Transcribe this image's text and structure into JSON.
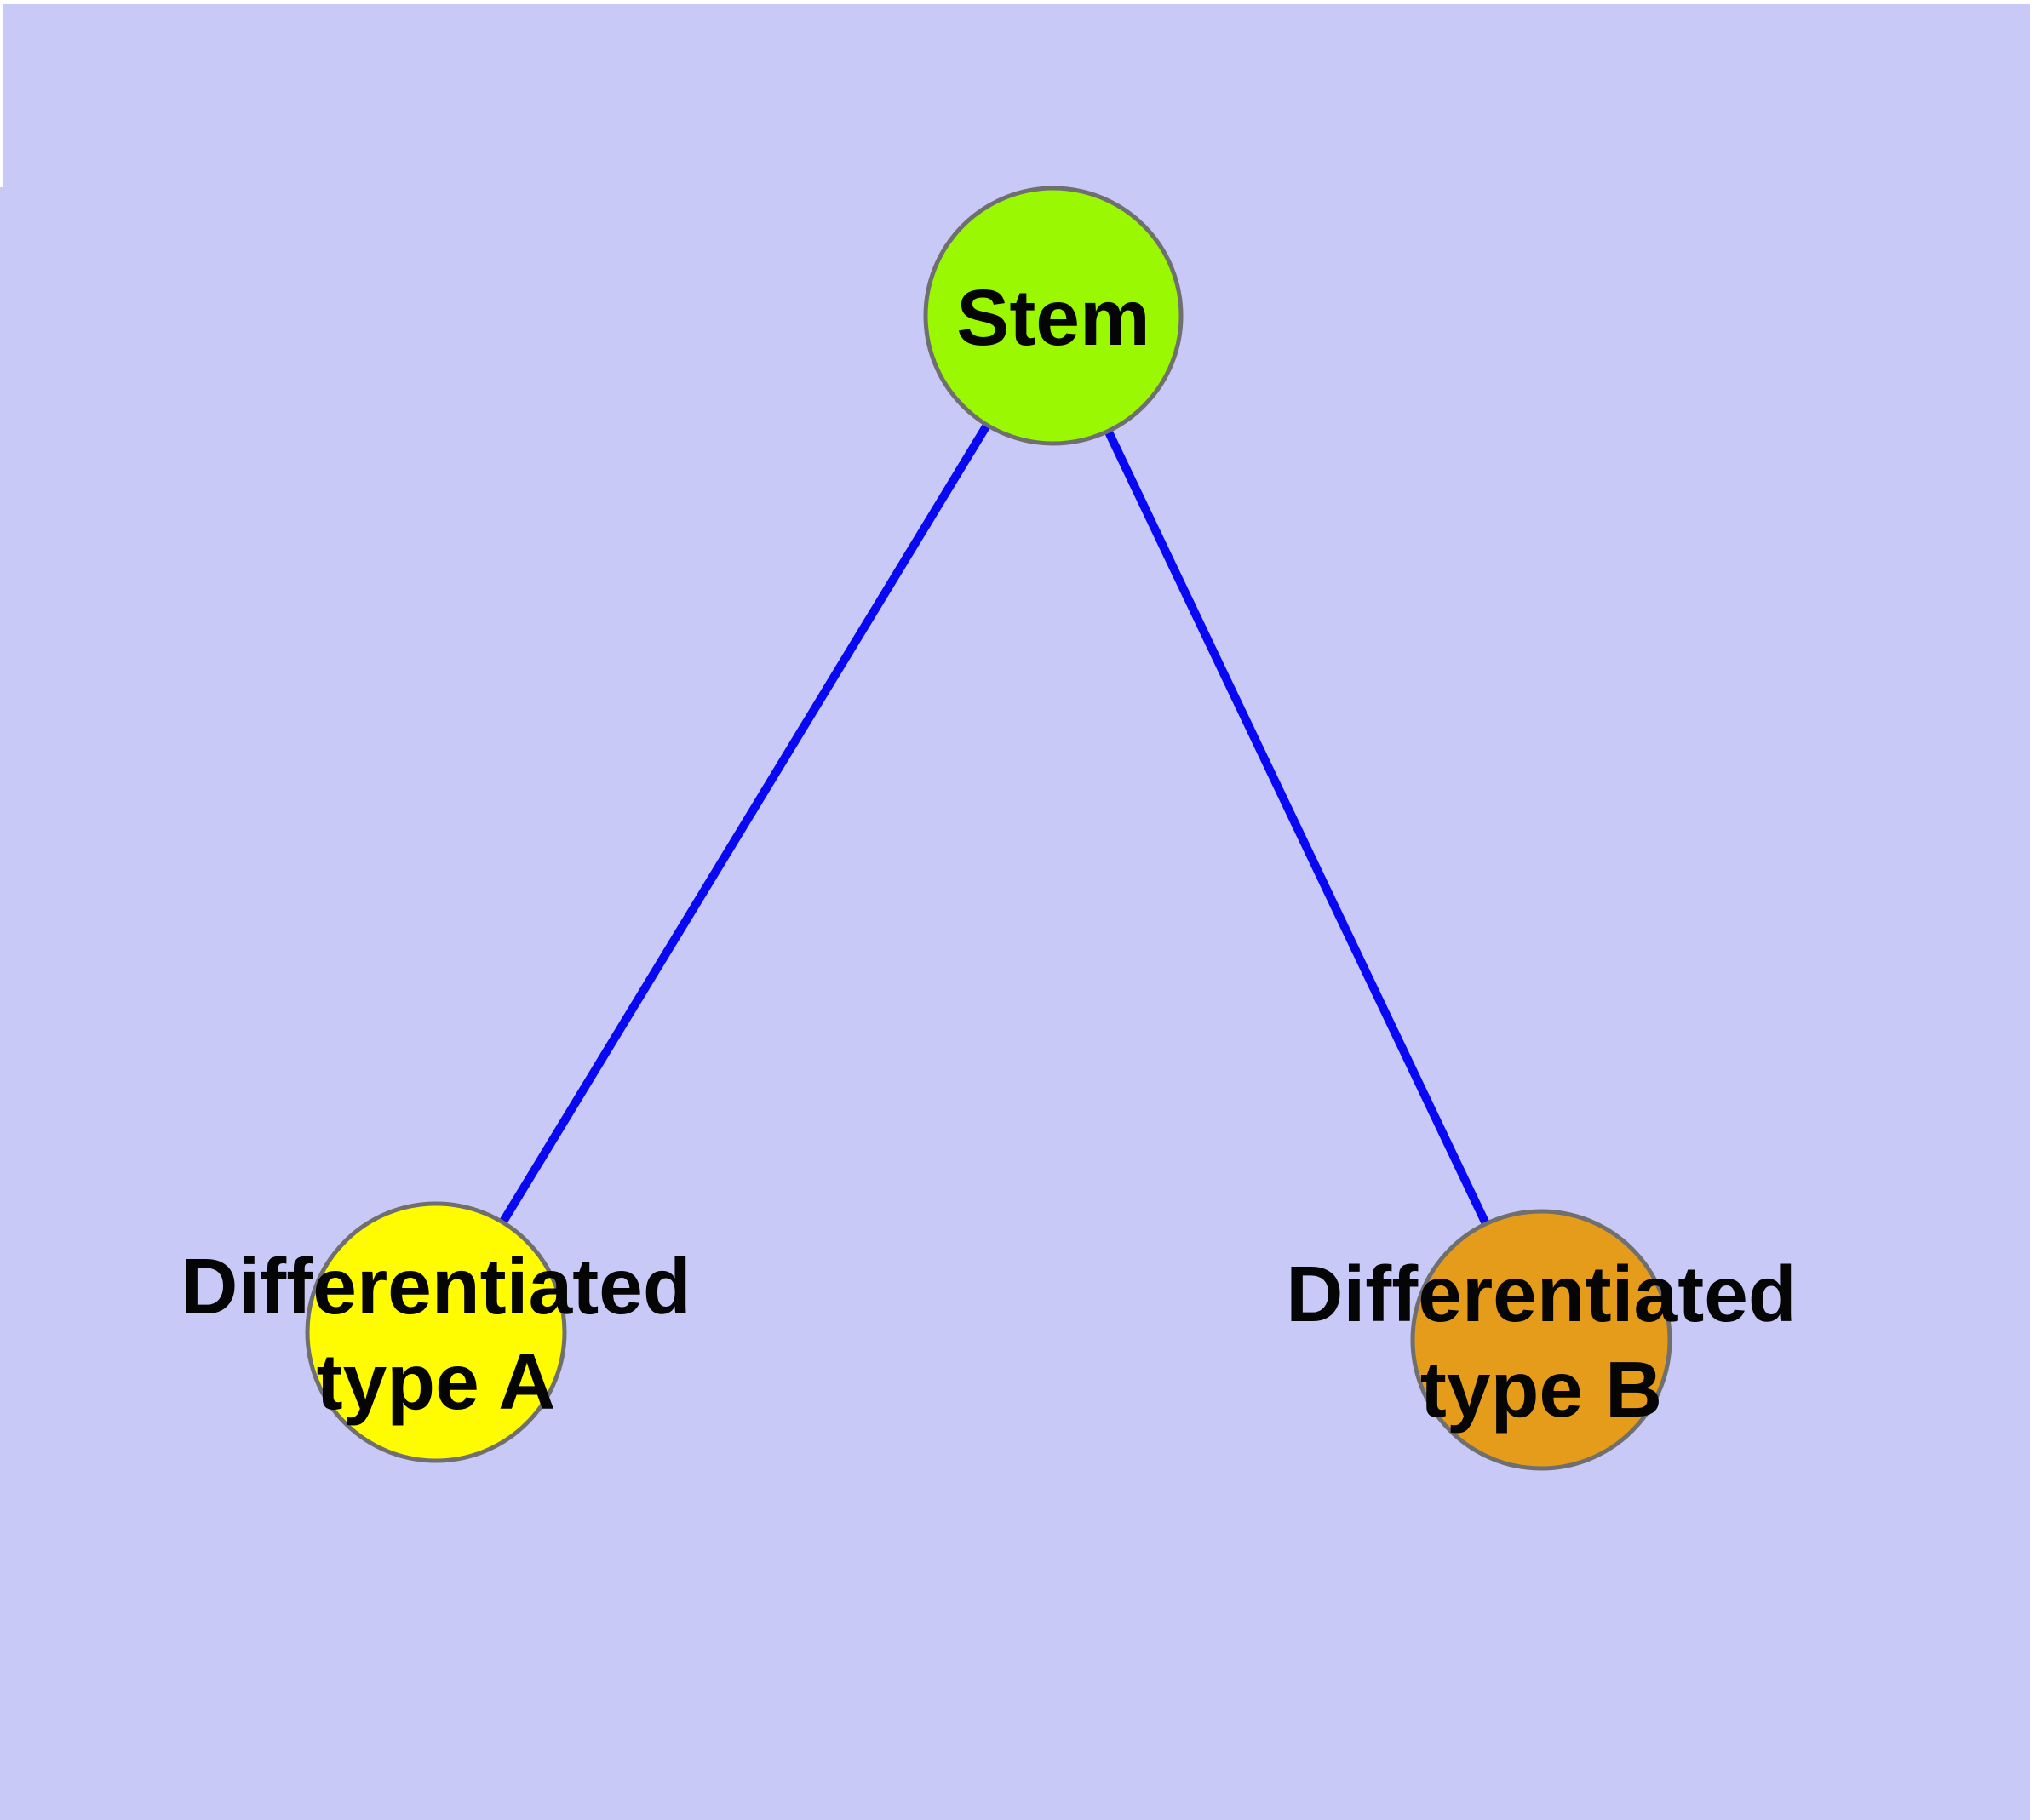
{
  "figure": {
    "type": "node-link-diagram",
    "background_color": "#c9c9f8",
    "margin_color": "#ffffff",
    "edge_color": "#0808f2",
    "node_border_color": "#6f6f6f",
    "label_color": "#050505",
    "nodes": [
      {
        "id": "stem",
        "label": "Stem",
        "line1": "Stem",
        "line2": "",
        "fill": "#99f802"
      },
      {
        "id": "differentiated-type-a",
        "label": "Differentiated type A",
        "line1": "Differentiated",
        "line2": "type A",
        "fill": "#fffb00"
      },
      {
        "id": "differentiated-type-b",
        "label": "Differentiated type B",
        "line1": "Differentiated",
        "line2": "type B",
        "fill": "#e69c1b"
      }
    ],
    "edges": [
      {
        "from": "Stem",
        "to": "Differentiated type A"
      },
      {
        "from": "Stem",
        "to": "Differentiated type B"
      }
    ]
  }
}
